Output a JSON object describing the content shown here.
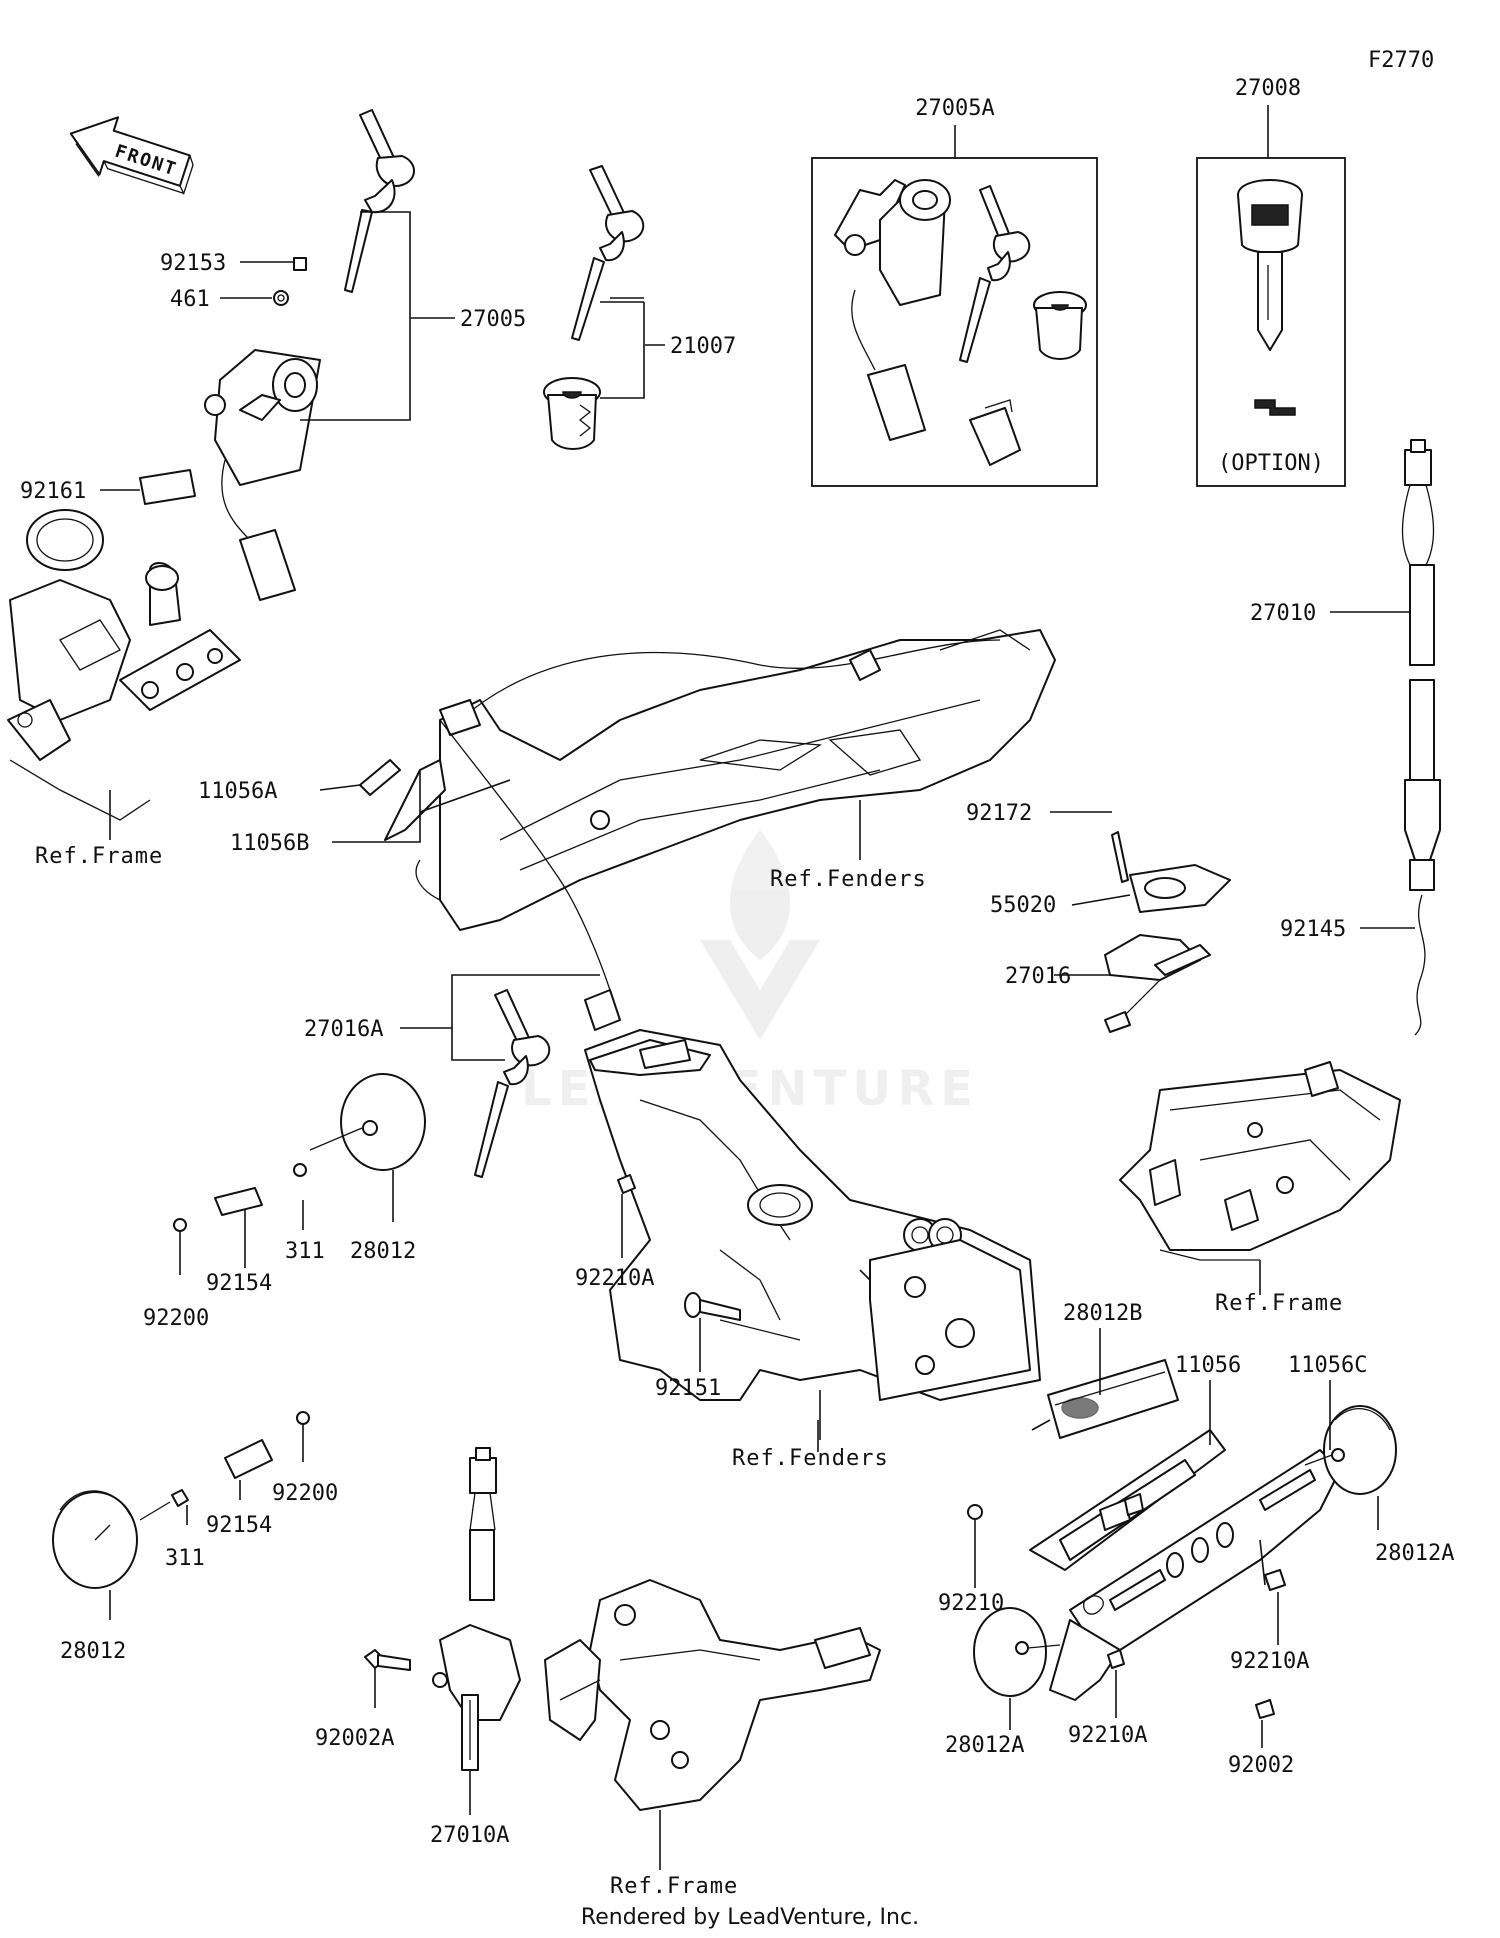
{
  "figure_code": "F2770",
  "front_label": "FRONT",
  "footer": "Rendered by LeadVenture, Inc.",
  "watermark": "LEADVENTURE",
  "option_label": "(OPTION)",
  "callouts": {
    "p27005A": "27005A",
    "p27008": "27008",
    "p92153": "92153",
    "p461": "461",
    "p27005": "27005",
    "p21007": "21007",
    "p92161": "92161",
    "p27010": "27010",
    "p11056A": "11056A",
    "p11056B": "11056B",
    "p92172": "92172",
    "p55020": "55020",
    "p92145": "92145",
    "p27016": "27016",
    "p27016A": "27016A",
    "p311a": "311",
    "p28012a": "28012",
    "p92154a": "92154",
    "p92200a": "92200",
    "p92210A_a": "92210A",
    "p28012B": "28012B",
    "p92151": "92151",
    "p11056": "11056",
    "p11056C": "11056C",
    "p92200b": "92200",
    "p92154b": "92154",
    "p311b": "311",
    "p28012b": "28012",
    "p92210": "92210",
    "p28012A_a": "28012A",
    "p92210A_b": "92210A",
    "p92002A": "92002A",
    "p27010A": "27010A",
    "p28012A_b": "28012A",
    "p92210A_c": "92210A",
    "p92002": "92002"
  },
  "refs": {
    "frame_a": "Ref.Frame",
    "fenders_a": "Ref.Fenders",
    "frame_b": "Ref.Frame",
    "fenders_b": "Ref.Fenders",
    "frame_c": "Ref.Frame"
  }
}
